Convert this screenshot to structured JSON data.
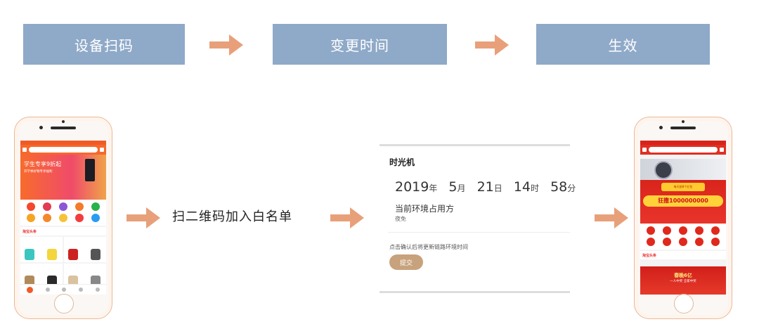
{
  "steps": [
    {
      "label": "设备扫码"
    },
    {
      "label": "变更时间"
    },
    {
      "label": "生效"
    }
  ],
  "middle_label": "扫二维码加入白名单",
  "panel": {
    "title": "时光机",
    "date": {
      "year": "2019",
      "year_unit": "年",
      "month": "5",
      "month_unit": "月",
      "day": "21",
      "day_unit": "日",
      "hour": "14",
      "hour_unit": "时",
      "minute": "58",
      "minute_unit": "分"
    },
    "environment": "当前环境占用方",
    "environment_value": "夜免",
    "hint": "点击确认后将更新链路环境时间",
    "submit_label": "提交"
  },
  "left_phone": {
    "banner_title": "学生专享9折起",
    "banner_sub": "开学季好物专享福利",
    "news_tag": "淘宝头条"
  },
  "right_phone": {
    "gold_text": "狂撒1000000000",
    "event_text": "每天抢8个红包",
    "bottom_big": "春晚6亿",
    "bottom_small": "一人中奖 全家中奖"
  },
  "colors": {
    "step_bg": "#8fa9c8",
    "arrow": "#e8a07a",
    "button": "#c8a27c",
    "taobao_orange": "#f25a25"
  }
}
